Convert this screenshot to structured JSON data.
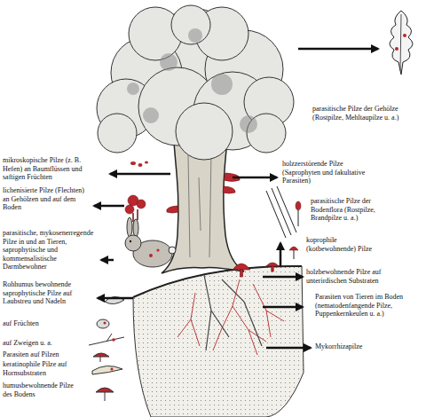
{
  "diagram": {
    "labels": [
      "parasitische Pilze der Gehölze (Rostpilze, Mehltaupilze u. a.)",
      "mikroskopische Pilze (z. B. Hefen) an Baumflüssen und saftigen Früchten",
      "holzzerstörende Pilze (Saprophyten und fakultative Parasiten)",
      "lichenisierte Pilze (Flechten) an Gehölzen und auf dem Boden",
      "parasitische Pilze der Bodenflora (Rostpilze, Brandpilze u. a.)",
      "koprophile (kotbewohnende) Pilze",
      "parasitische, mykosenerregende Pilze in und an Tieren, saprophytische und kommensalistische Darmbewohner",
      "holzbewohnende Pilze auf unterirdischen Substraten",
      "Rohhumus bewohnende saprophytische Pilze auf Laubstreu und Nadeln",
      "Parasiten von Tieren im Boden (nematodenfangende Pilze, Puppenkernkeulen u. a.)",
      "auf Früchten",
      "auf Zweigen u. a.",
      "Parasiten auf Pilzen",
      "Mykorrhizapilze",
      "keratinophile Pilze auf Hornsubstraten",
      "humusbewohnende Pilze des Bodens"
    ]
  }
}
